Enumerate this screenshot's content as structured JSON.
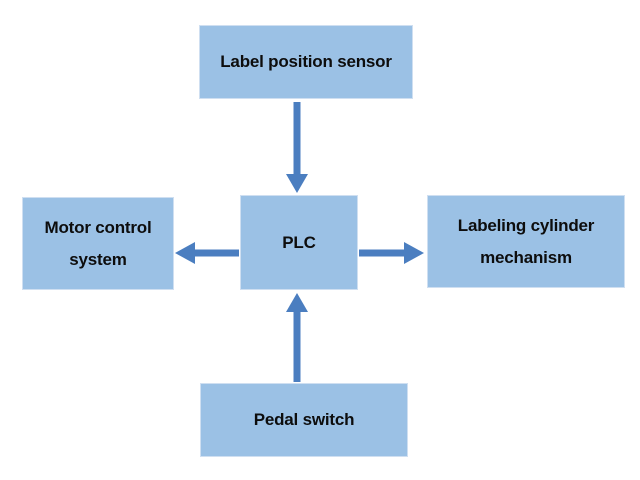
{
  "diagram": {
    "type": "block-diagram",
    "nodes": [
      {
        "id": "label-position-sensor",
        "label": "Label position sensor",
        "position": "top"
      },
      {
        "id": "motor-control-system",
        "label": "Motor control system",
        "position": "left"
      },
      {
        "id": "plc",
        "label": "PLC",
        "position": "center"
      },
      {
        "id": "labeling-cylinder-mechanism",
        "label": "Labeling cylinder mechanism",
        "position": "right"
      },
      {
        "id": "pedal-switch",
        "label": "Pedal switch",
        "position": "bottom"
      }
    ],
    "edges": [
      {
        "from": "label-position-sensor",
        "to": "plc",
        "direction": "down"
      },
      {
        "from": "pedal-switch",
        "to": "plc",
        "direction": "up"
      },
      {
        "from": "plc",
        "to": "motor-control-system",
        "direction": "left"
      },
      {
        "from": "plc",
        "to": "labeling-cylinder-mechanism",
        "direction": "right"
      }
    ]
  },
  "colors": {
    "box_fill": "#9bc1e5",
    "box_border": "#cfdff1",
    "arrow": "#4b7ec0",
    "text": "#0d0d0d",
    "background": "#ffffff"
  }
}
